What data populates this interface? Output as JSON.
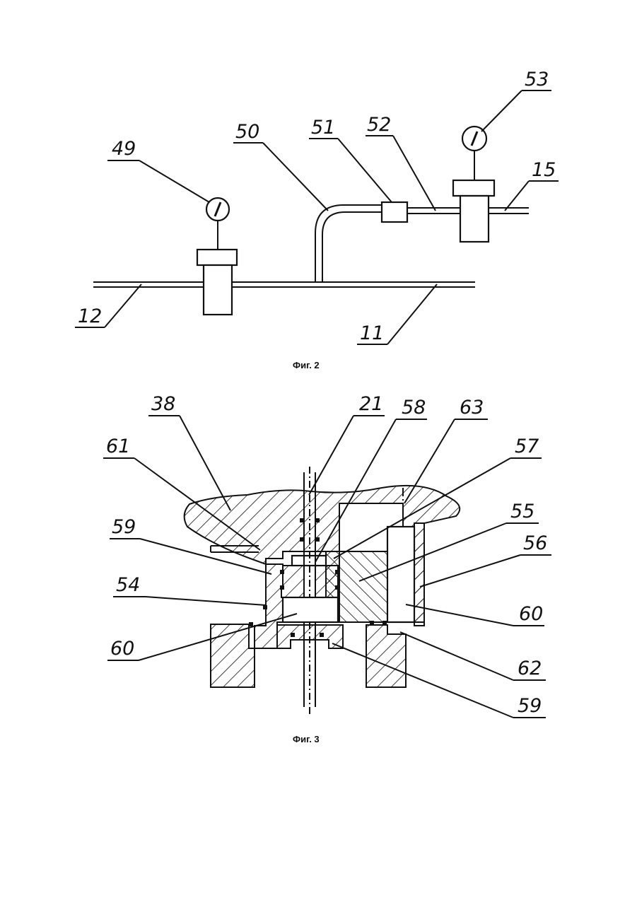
{
  "figure2": {
    "caption": "Фиг. 2",
    "labels": {
      "l49": "49",
      "l50": "50",
      "l51": "51",
      "l52": "52",
      "l53": "53",
      "l15": "15",
      "l12": "12",
      "l11": "11"
    }
  },
  "figure3": {
    "caption": "Фиг. 3",
    "labels": {
      "l38": "38",
      "l21": "21",
      "l58": "58",
      "l63": "63",
      "l61": "61",
      "l57": "57",
      "l59a": "59",
      "l55": "55",
      "l56": "56",
      "l54": "54",
      "l60a": "60",
      "l60b": "60",
      "l62": "62",
      "l59b": "59"
    }
  },
  "icons": [
    "pressure-gauge-icon",
    "pressure-gauge-icon"
  ]
}
